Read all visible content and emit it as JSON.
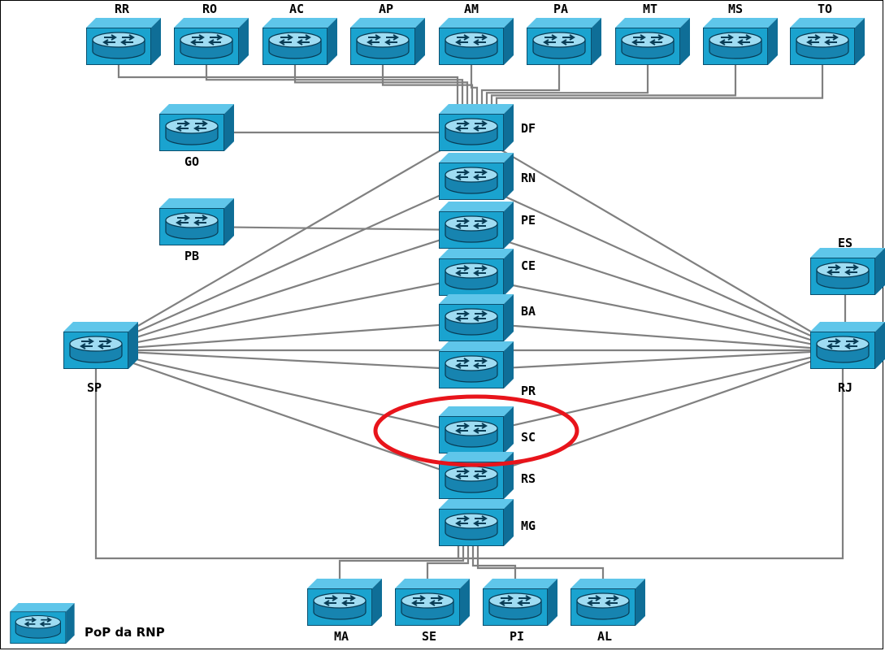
{
  "diagram": {
    "routers": [
      {
        "id": "RR",
        "label": "RR"
      },
      {
        "id": "RO",
        "label": "RO"
      },
      {
        "id": "AC",
        "label": "AC"
      },
      {
        "id": "AP",
        "label": "AP"
      },
      {
        "id": "AM",
        "label": "AM"
      },
      {
        "id": "PA",
        "label": "PA"
      },
      {
        "id": "MT",
        "label": "MT"
      },
      {
        "id": "MS",
        "label": "MS"
      },
      {
        "id": "TO",
        "label": "TO"
      },
      {
        "id": "GO",
        "label": "GO"
      },
      {
        "id": "PB",
        "label": "PB"
      },
      {
        "id": "DF",
        "label": "DF"
      },
      {
        "id": "RN",
        "label": "RN"
      },
      {
        "id": "PE",
        "label": "PE"
      },
      {
        "id": "CE",
        "label": "CE"
      },
      {
        "id": "BA",
        "label": "BA"
      },
      {
        "id": "PR",
        "label": "PR"
      },
      {
        "id": "SC",
        "label": "SC"
      },
      {
        "id": "RS",
        "label": "RS"
      },
      {
        "id": "MG",
        "label": "MG"
      },
      {
        "id": "SP",
        "label": "SP"
      },
      {
        "id": "RJ",
        "label": "RJ"
      },
      {
        "id": "ES",
        "label": "ES"
      },
      {
        "id": "MA",
        "label": "MA"
      },
      {
        "id": "SE",
        "label": "SE"
      },
      {
        "id": "PI",
        "label": "PI"
      },
      {
        "id": "AL",
        "label": "AL"
      }
    ],
    "links": [
      [
        "RR",
        "DF"
      ],
      [
        "RO",
        "DF"
      ],
      [
        "AC",
        "DF"
      ],
      [
        "AP",
        "DF"
      ],
      [
        "AM",
        "DF"
      ],
      [
        "PA",
        "DF"
      ],
      [
        "MT",
        "DF"
      ],
      [
        "MS",
        "DF"
      ],
      [
        "TO",
        "DF"
      ],
      [
        "GO",
        "DF"
      ],
      [
        "PB",
        "PE"
      ],
      [
        "SP",
        "DF"
      ],
      [
        "SP",
        "RN"
      ],
      [
        "SP",
        "PE"
      ],
      [
        "SP",
        "CE"
      ],
      [
        "SP",
        "BA"
      ],
      [
        "SP",
        "PR"
      ],
      [
        "SP",
        "SC"
      ],
      [
        "SP",
        "RS"
      ],
      [
        "SP",
        "MG"
      ],
      [
        "SP",
        "RJ"
      ],
      [
        "RJ",
        "DF"
      ],
      [
        "RJ",
        "RN"
      ],
      [
        "RJ",
        "PE"
      ],
      [
        "RJ",
        "CE"
      ],
      [
        "RJ",
        "BA"
      ],
      [
        "RJ",
        "PR"
      ],
      [
        "RJ",
        "SC"
      ],
      [
        "RJ",
        "RS"
      ],
      [
        "RJ",
        "MG"
      ],
      [
        "RJ",
        "ES"
      ],
      [
        "MG",
        "MA"
      ],
      [
        "MG",
        "SE"
      ],
      [
        "MG",
        "PI"
      ],
      [
        "MG",
        "AL"
      ]
    ],
    "highlight": "SC",
    "highlight_color": "#e8141b",
    "router_color": "#1aa3cf",
    "link_color": "#808080"
  },
  "legend": {
    "label": "PoP da RNP",
    "icon": "router-icon"
  }
}
